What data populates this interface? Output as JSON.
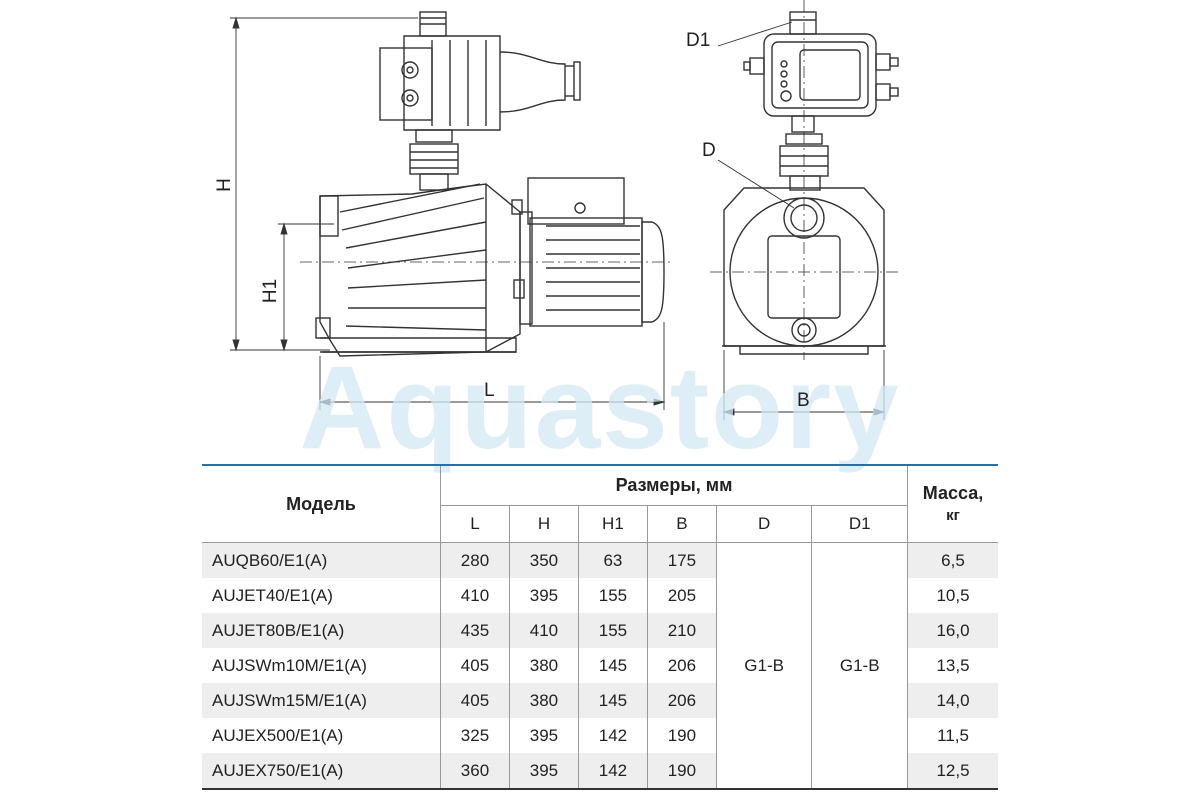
{
  "watermark": "Aquastory",
  "dimension_labels": {
    "H": "H",
    "H1": "H1",
    "L": "L",
    "B": "B",
    "D": "D",
    "D1": "D1"
  },
  "table": {
    "model_header": "Модель",
    "sizes_header": "Размеры, мм",
    "mass_header_line1": "Масса,",
    "mass_header_line2": "кг",
    "columns": [
      "L",
      "H",
      "H1",
      "B",
      "D",
      "D1"
    ],
    "shared_D": "G1-B",
    "shared_D1": "G1-B",
    "rows": [
      {
        "model": "AUQB60/E1(A)",
        "L": "280",
        "H": "350",
        "H1": "63",
        "B": "175",
        "mass": "6,5"
      },
      {
        "model": "AUJET40/E1(A)",
        "L": "410",
        "H": "395",
        "H1": "155",
        "B": "205",
        "mass": "10,5"
      },
      {
        "model": "AUJET80B/E1(A)",
        "L": "435",
        "H": "410",
        "H1": "155",
        "B": "210",
        "mass": "16,0"
      },
      {
        "model": "AUJSWm10M/E1(A)",
        "L": "405",
        "H": "380",
        "H1": "145",
        "B": "206",
        "mass": "13,5"
      },
      {
        "model": "AUJSWm15M/E1(A)",
        "L": "405",
        "H": "380",
        "H1": "145",
        "B": "206",
        "mass": "14,0"
      },
      {
        "model": "AUJEX500/E1(A)",
        "L": "325",
        "H": "395",
        "H1": "142",
        "B": "190",
        "mass": "11,5"
      },
      {
        "model": "AUJEX750/E1(A)",
        "L": "360",
        "H": "395",
        "H1": "142",
        "B": "190",
        "mass": "12,5"
      }
    ]
  }
}
